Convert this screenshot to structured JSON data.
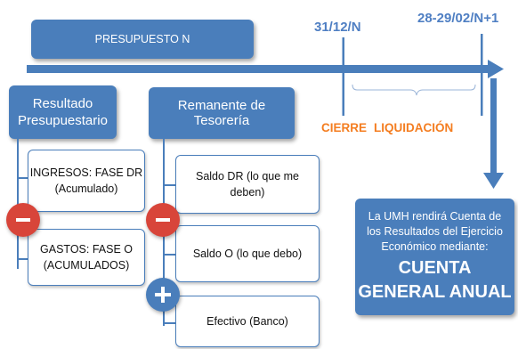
{
  "timeline": {
    "budget_label": "PRESUPUESTO N",
    "date_close": "31/12/N",
    "date_liquidation": "28-29/02/N+1",
    "cierre": "CIERRE",
    "liquidacion": "LIQUIDACIÓN"
  },
  "resultado": {
    "title_line1": "Resultado",
    "title_line2": "Presupuestario",
    "ingresos_line1": "INGRESOS: FASE  DR",
    "ingresos_line2": "(Acumulado)",
    "gastos_line1": "GASTOS: FASE O",
    "gastos_line2": "(ACUMULADOS)"
  },
  "remanente": {
    "title": "Remanente de Tesorería",
    "saldo_dr_line1": "Saldo DR (lo que me",
    "saldo_dr_line2": "deben)",
    "saldo_o": "Saldo O (lo que debo)",
    "efectivo": "Efectivo (Banco)"
  },
  "cuenta": {
    "line1": "La UMH rendirá Cuenta de",
    "line2": "los Resultados del Ejercicio",
    "line3": "Económico mediante:",
    "big1": "CUENTA",
    "big2": "GENERAL ANUAL"
  },
  "colors": {
    "blue": "#4a7ebb",
    "orange": "#f47d20",
    "red": "#d8453a"
  }
}
